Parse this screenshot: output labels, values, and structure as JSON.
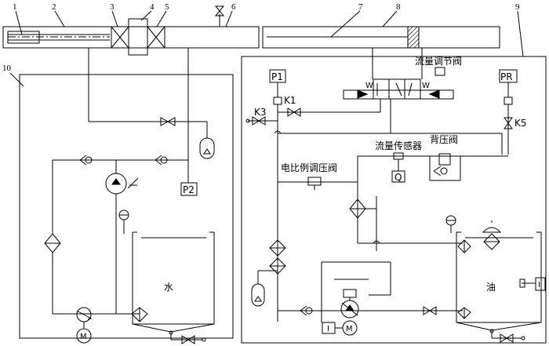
{
  "callouts": [
    "1",
    "2",
    "3",
    "4",
    "5",
    "6",
    "7",
    "8",
    "9",
    "10"
  ],
  "labels": {
    "p1": "P1",
    "p2": "P2",
    "pr": "PR",
    "q": "Q",
    "k1": "K1",
    "k3": "K3",
    "k5": "K5",
    "i_left": "I",
    "i_right": "I",
    "m_left": "M",
    "m_right": "M",
    "water": "水",
    "oil": "油",
    "flow_valve": "流量调节阀",
    "flow_sensor": "流量传感器",
    "back_pressure_valve": "背压阀",
    "proportional_valve": "电比例调压阀",
    "w_left": "W",
    "w_right": "W"
  }
}
